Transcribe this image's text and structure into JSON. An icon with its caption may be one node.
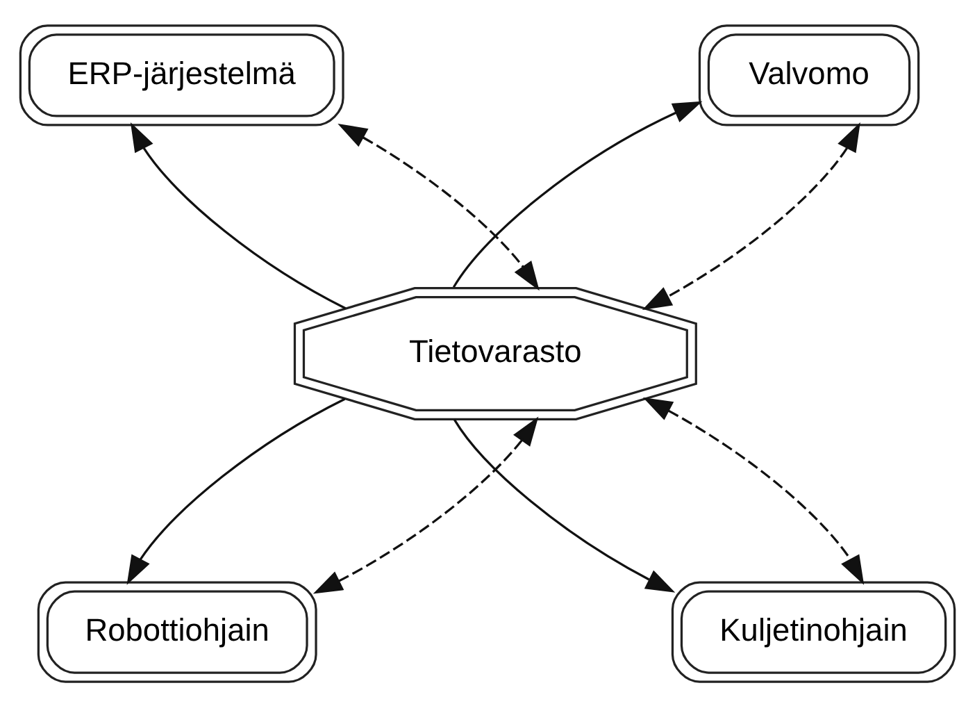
{
  "diagram": {
    "nodes": [
      {
        "text": [
          "ERP-järjestelmä"
        ]
      },
      {
        "text": [
          "Valvomo"
        ]
      },
      {
        "text": [
          "Tietovarasto"
        ]
      },
      {
        "text": [
          "Robottiohjain"
        ]
      },
      {
        "text": [
          "Kuljetinohjain"
        ]
      }
    ],
    "edges": [
      {
        "from": 2,
        "to": 0,
        "arrow": "to"
      },
      {
        "from": 2,
        "to": 0,
        "arrow": "both",
        "style": "dashed"
      },
      {
        "from": 2,
        "to": 1,
        "arrow": "to"
      },
      {
        "from": 2,
        "to": 1,
        "arrow": "both",
        "style": "dashed"
      },
      {
        "from": 2,
        "to": 3,
        "arrow": "to"
      },
      {
        "from": 2,
        "to": 3,
        "arrow": "both",
        "style": "dashed"
      },
      {
        "from": 2,
        "to": 4,
        "arrow": "to"
      },
      {
        "from": 2,
        "to": 4,
        "arrow": "both",
        "style": "dashed"
      }
    ]
  }
}
